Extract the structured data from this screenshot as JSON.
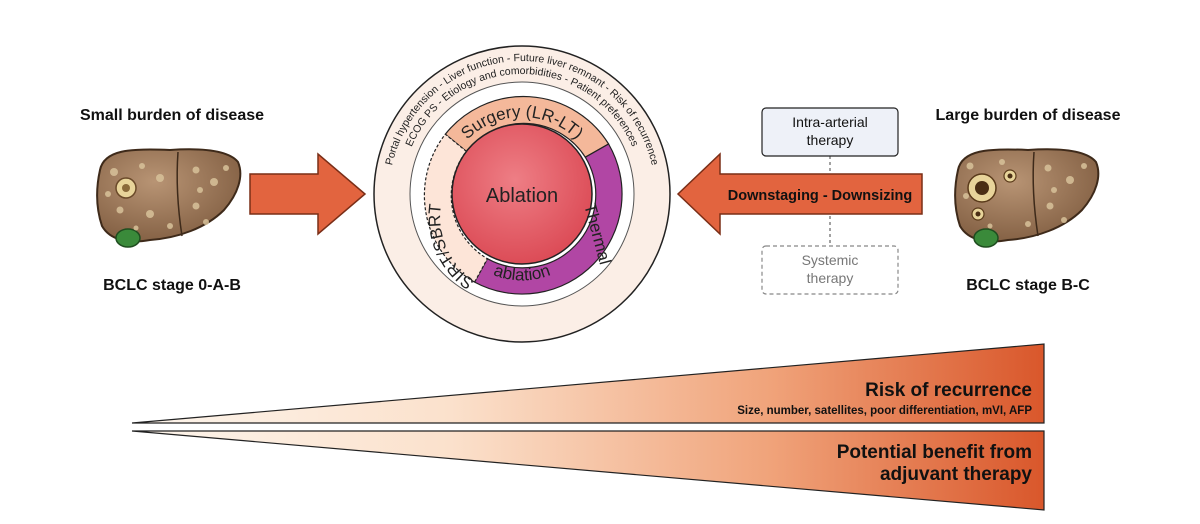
{
  "left_panel": {
    "heading": "Small burden of disease",
    "stage": "BCLC stage 0-A-B"
  },
  "right_panel": {
    "heading": "Large burden of disease",
    "stage": "BCLC stage B-C"
  },
  "center": {
    "outer_ring_line1": "Portal hypertension - Liver function - Future liver remnant - Risk of recurrence",
    "outer_ring_line2": "ECOG PS - Etiology and comorbidities - Patient preferences",
    "surgery": "Surgery (LR-LT)",
    "sirt": "SIRT/SBRT",
    "thermal": "Thermal",
    "ablation_word": "ablation",
    "core": "Ablation"
  },
  "therapies": {
    "intra_arterial_line1": "Intra-arterial",
    "intra_arterial_line2": "therapy",
    "systemic_line1": "Systemic",
    "systemic_line2": "therapy",
    "arrow_label": "Downstaging - Downsizing"
  },
  "wedges": {
    "risk_title": "Risk of recurrence",
    "risk_factors": "Size, number, satellites, poor differentiation, mVI, AFP",
    "benefit_line1": "Potential benefit from",
    "benefit_line2": "adjuvant therapy"
  },
  "colors": {
    "arrow_orange": "#e2643f",
    "surgery_fill": "#f4b89a",
    "thermal_fill": "#b146a4",
    "core_fill": "#e9616a",
    "outer_ring": "#fbeee6",
    "wedge_dark": "#d9572b",
    "liver_brown": "#9c7a5a",
    "gallbladder": "#3a8a3a"
  },
  "icons": {
    "left_liver": "liver-illustration",
    "right_liver": "liver-with-tumors-illustration"
  }
}
